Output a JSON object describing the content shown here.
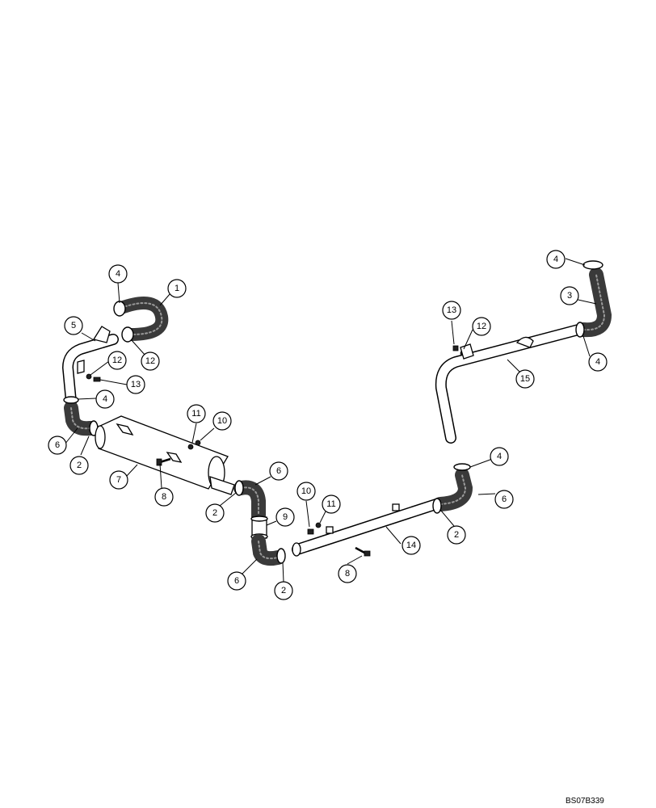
{
  "figure_code": "BS07B339",
  "callouts": [
    {
      "label": "1"
    },
    {
      "label": "4"
    },
    {
      "label": "5"
    },
    {
      "label": "12"
    },
    {
      "label": "12"
    },
    {
      "label": "13"
    },
    {
      "label": "4"
    },
    {
      "label": "6"
    },
    {
      "label": "2"
    },
    {
      "label": "7"
    },
    {
      "label": "8"
    },
    {
      "label": "11"
    },
    {
      "label": "10"
    },
    {
      "label": "6"
    },
    {
      "label": "2"
    },
    {
      "label": "9"
    },
    {
      "label": "6"
    },
    {
      "label": "2"
    },
    {
      "label": "10"
    },
    {
      "label": "11"
    },
    {
      "label": "8"
    },
    {
      "label": "14"
    },
    {
      "label": "2"
    },
    {
      "label": "6"
    },
    {
      "label": "4"
    },
    {
      "label": "15"
    },
    {
      "label": "4"
    },
    {
      "label": "3"
    },
    {
      "label": "4"
    },
    {
      "label": "13"
    },
    {
      "label": "12"
    }
  ],
  "colors": {
    "line": "#000000",
    "hose": "#3a3a3a",
    "background": "#ffffff"
  }
}
